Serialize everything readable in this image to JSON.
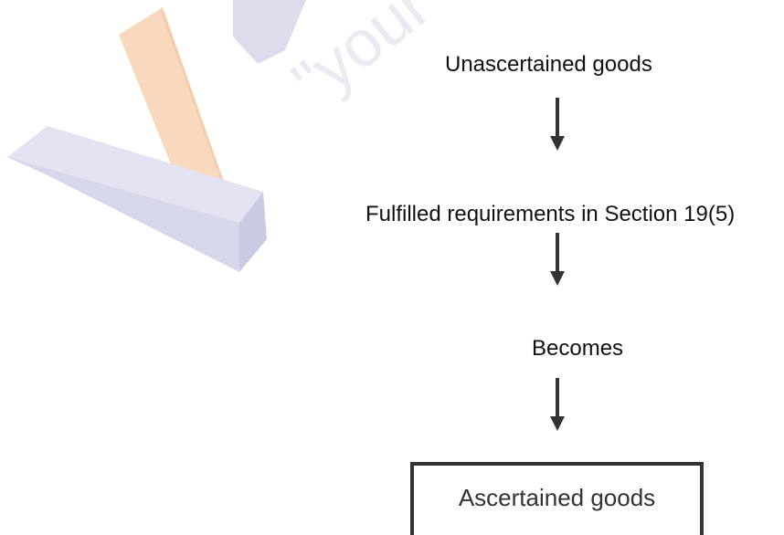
{
  "watermark": {
    "text": "\"your",
    "colors": {
      "block_light": "#e0e0ef",
      "block_mid": "#d0d1e8",
      "block_dark": "#c3c5df",
      "block_orange": "#f8d9bd",
      "block_orange_light": "#fbe5cf",
      "text": "#ebeaf3"
    }
  },
  "flow": {
    "step_1": "Unascertained goods",
    "step_2": "Fulfilled requirements in Section 19(5)",
    "step_3": "Becomes",
    "result": "Ascertained goods",
    "arrow_color": "#333333"
  }
}
